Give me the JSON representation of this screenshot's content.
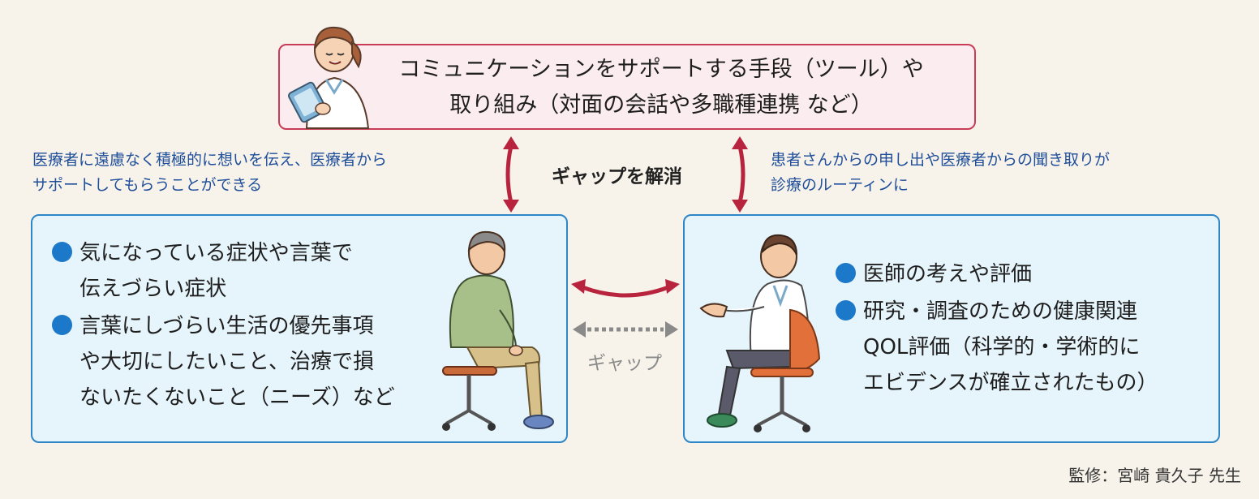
{
  "top_box": {
    "line1": "コミュニケーションをサポートする手段（ツール）や",
    "line2": "取り組み（対面の会話や多職種連携 など）"
  },
  "left_note": {
    "line1": "医療者に遠慮なく積極的に想いを伝え、医療者から",
    "line2": "サポートしてもらうことができる"
  },
  "center_label": "ギャップを解消",
  "right_note": {
    "line1": "患者さんからの申し出や医療者からの聞き取りが",
    "line2": "診療のルーティンに"
  },
  "patient_panel": {
    "items": [
      [
        "気になっている症状や言葉で",
        "伝えづらい症状"
      ],
      [
        "言葉にしづらい生活の優先事項",
        "や大切にしたいこと、治療で損",
        "ないたくないこと（ニーズ）など"
      ]
    ]
  },
  "doctor_panel": {
    "items": [
      [
        "医師の考えや評価"
      ],
      [
        "研究・調査のための健康関連",
        "QOL評価（科学的・学術的に",
        "エビデンスが確立されたもの）"
      ]
    ]
  },
  "gap_label": "ギャップ",
  "credit": "監修：宮崎 貴久子 先生",
  "colors": {
    "top_border": "#c83c58",
    "top_fill": "#fbecef",
    "panel_border": "#2f86c6",
    "panel_fill": "#e6f4fb",
    "bullet": "#1c78c8",
    "arrow": "#b8243e",
    "note_text": "#1f4e9a",
    "gap_dotted": "#8a8a8a"
  }
}
